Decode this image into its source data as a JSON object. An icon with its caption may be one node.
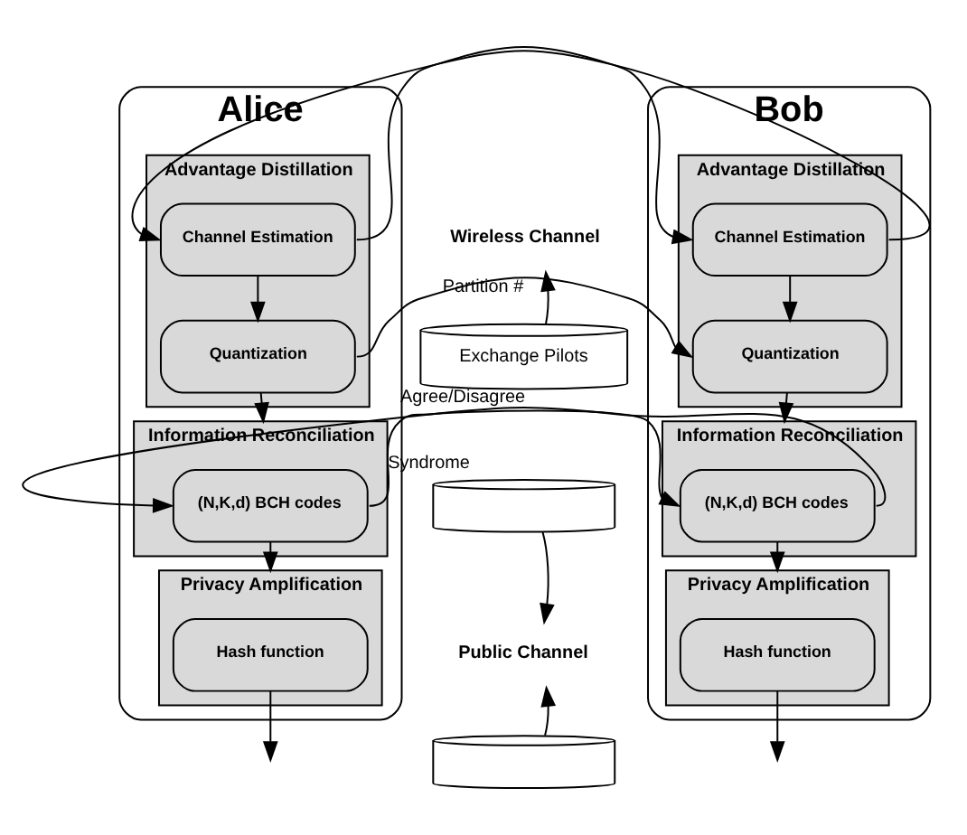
{
  "diagram": {
    "nodes": [
      {
        "text": [
          "Alice"
        ]
      },
      {
        "text": [
          "Advantage Distillation"
        ],
        "in": 0
      },
      {
        "text": [
          "Channel Estimation"
        ],
        "in": 1
      },
      {
        "text": [
          "Quantization"
        ],
        "in": 1
      },
      {
        "text": [
          "Information Reconciliation"
        ],
        "in": 0
      },
      {
        "text": [
          "(N,K,d) BCH codes"
        ],
        "in": 4
      },
      {
        "text": [
          "Privacy Amplification"
        ],
        "in": 0
      },
      {
        "text": [
          "Hash function"
        ],
        "in": 6
      },
      {
        "text": [
          "Bob"
        ]
      },
      {
        "text": [
          "Advantage Distillation"
        ],
        "in": 8
      },
      {
        "text": [
          "Channel Estimation"
        ],
        "in": 9
      },
      {
        "text": [
          "Quantization"
        ],
        "in": 9
      },
      {
        "text": [
          "Information Reconciliation"
        ],
        "in": 8
      },
      {
        "text": [
          "(N,K,d) BCH codes"
        ],
        "in": 12
      },
      {
        "text": [
          "Privacy Amplification"
        ],
        "in": 8
      },
      {
        "text": [
          "Hash function"
        ],
        "in": 14
      },
      {
        "text": [
          "Wireless Channel"
        ]
      },
      {
        "text": [
          "Exchange Pilots"
        ]
      },
      {
        "text": [],
        "shape": "cylinder"
      },
      {
        "text": [
          "Public Channel"
        ]
      },
      {
        "text": [],
        "shape": "cylinder"
      }
    ],
    "edges": [
      {
        "from": 2,
        "to": 10,
        "arrow": "to"
      },
      {
        "from": 10,
        "to": 2,
        "arrow": "to"
      },
      {
        "from": 2,
        "to": 3,
        "arrow": "to"
      },
      {
        "from": 10,
        "to": 11,
        "arrow": "to"
      },
      {
        "from": 3,
        "to": 11,
        "label": "Partition #",
        "arrow": "to"
      },
      {
        "from": 3,
        "to": 4,
        "arrow": "to"
      },
      {
        "from": 11,
        "to": 12,
        "arrow": "to"
      },
      {
        "from": 5,
        "to": 13,
        "label": "Syndrome",
        "arrow": "to"
      },
      {
        "from": 13,
        "to": 5,
        "label": "Agree/Disagree",
        "arrow": "to"
      },
      {
        "from": 5,
        "to": 6,
        "arrow": "to"
      },
      {
        "from": 13,
        "to": 14,
        "arrow": "to"
      },
      {
        "from": 7,
        "to": null,
        "arrow": "to"
      },
      {
        "from": 15,
        "to": null,
        "arrow": "to"
      },
      {
        "from": 17,
        "to": 16,
        "arrow": "to"
      },
      {
        "from": 18,
        "to": 19,
        "arrow": "to"
      },
      {
        "from": 20,
        "to": 19,
        "arrow": "to"
      }
    ]
  }
}
